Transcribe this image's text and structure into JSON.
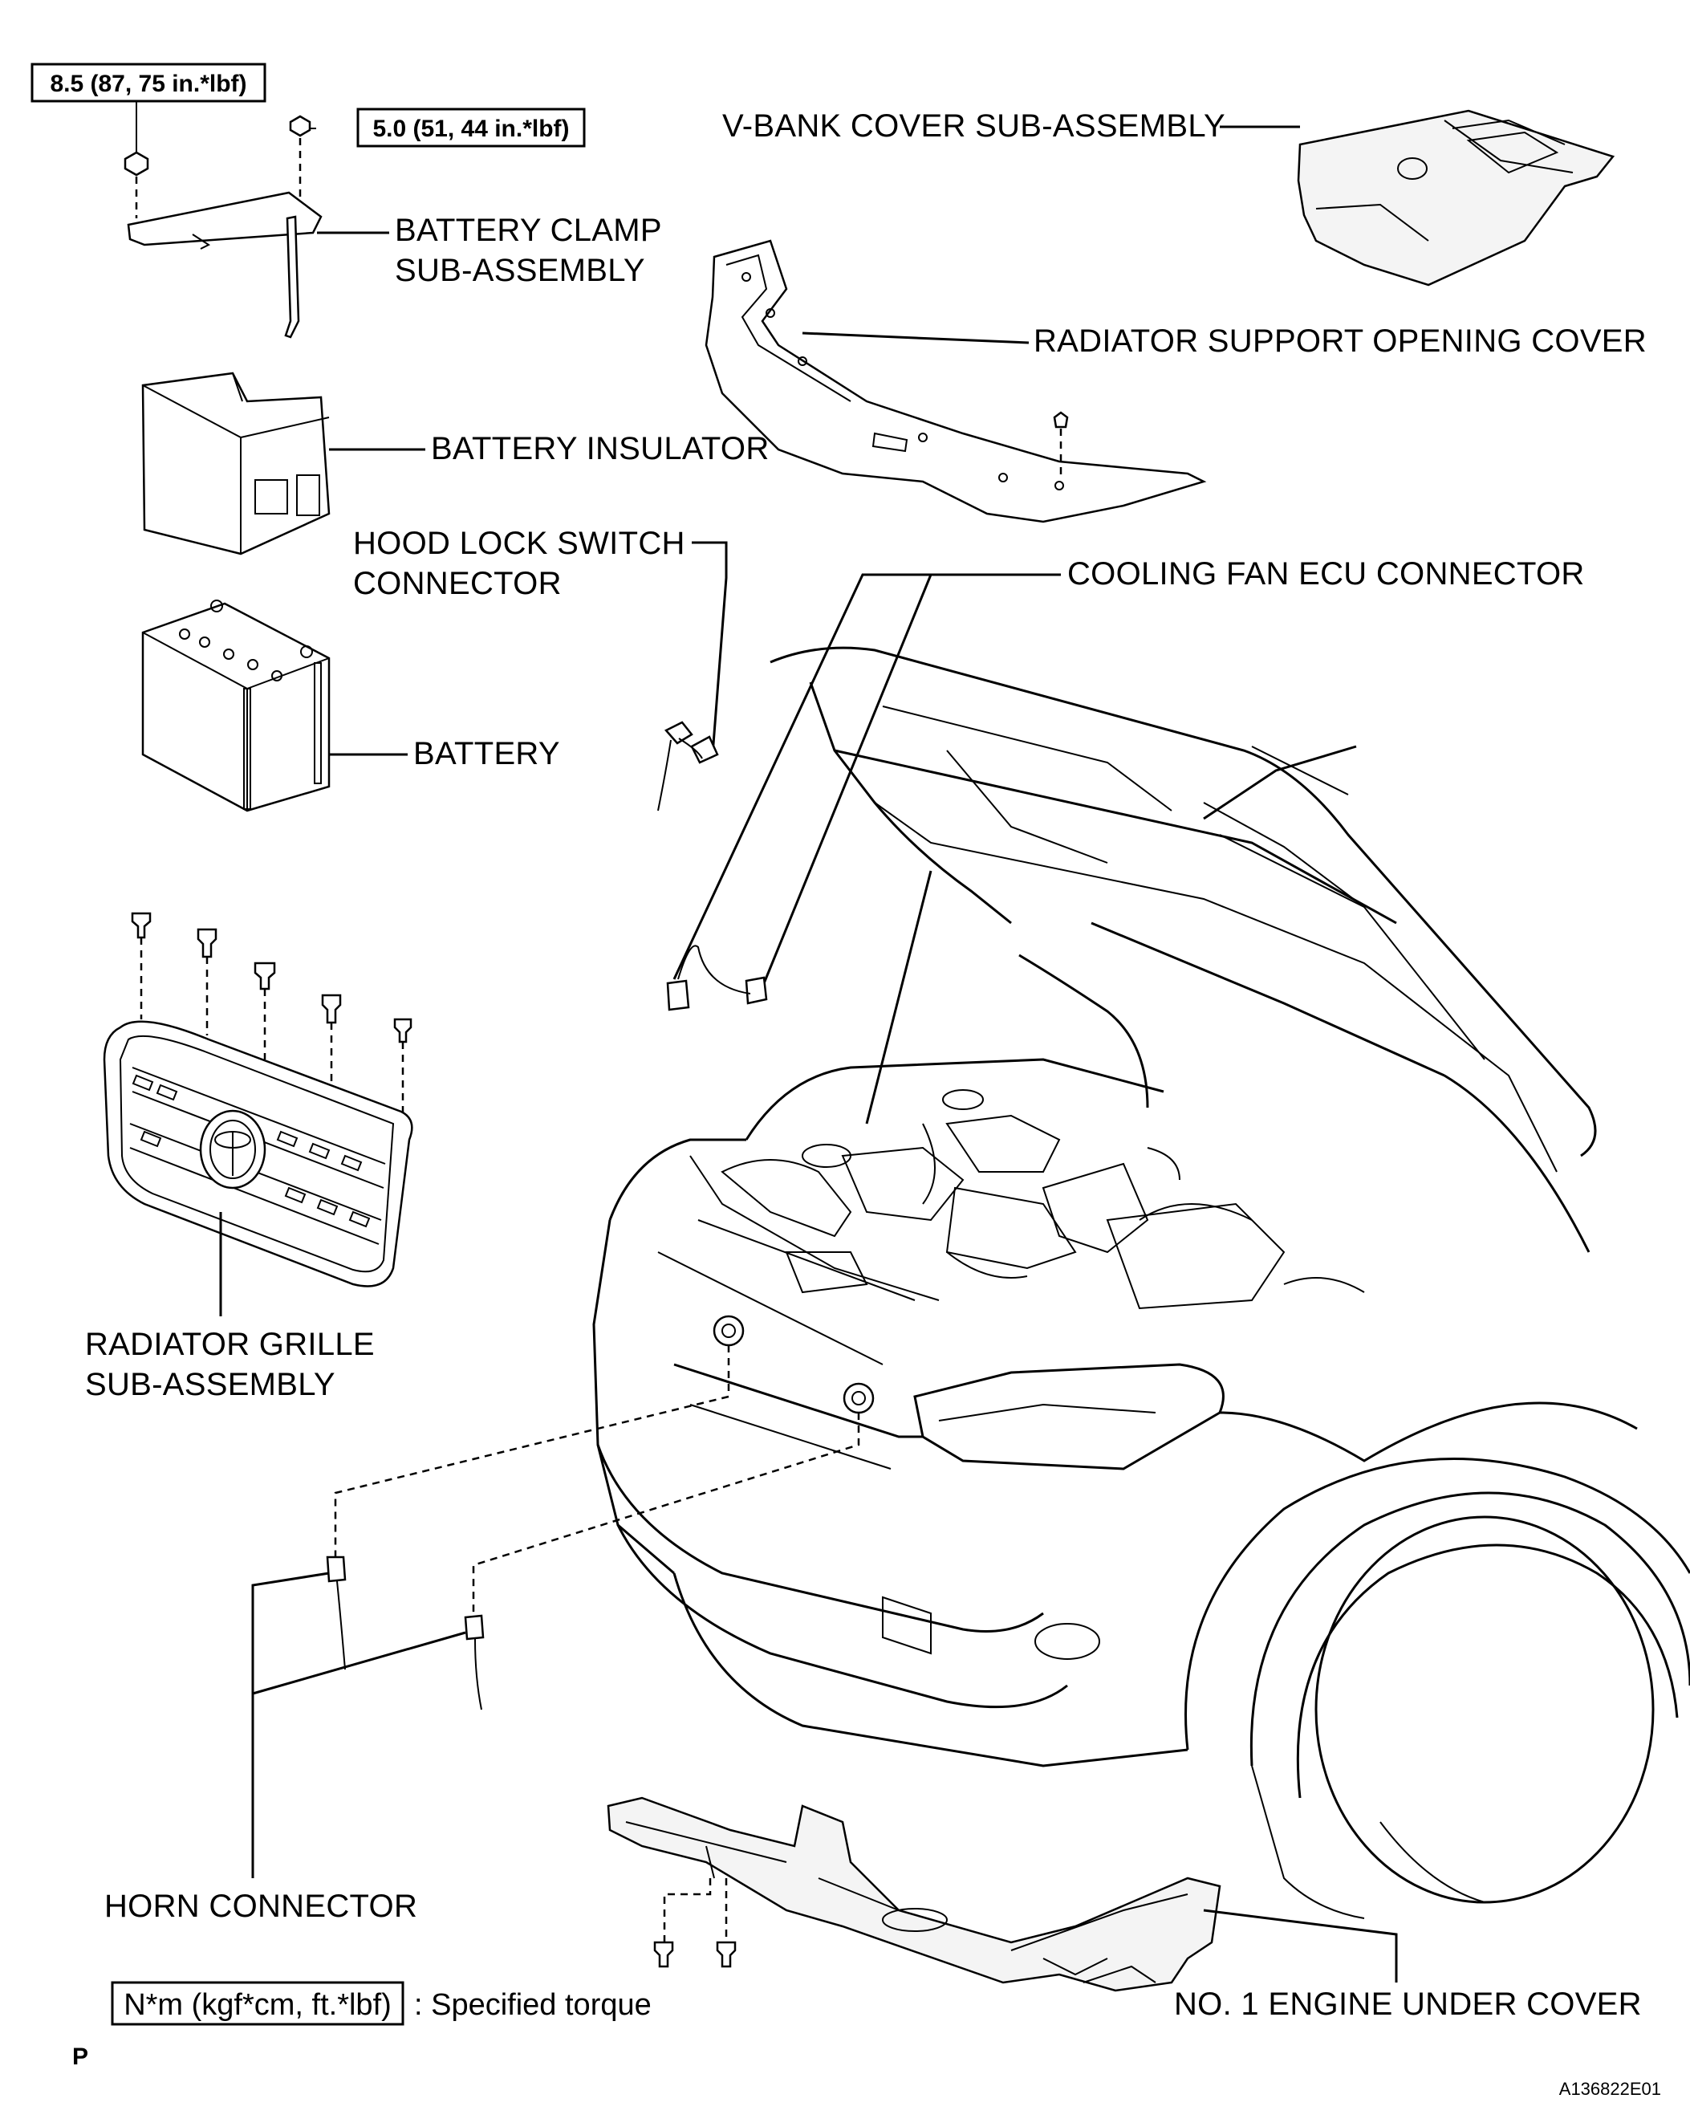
{
  "torque": {
    "clamp_nut": "8.5 (87, 75 in.*lbf)",
    "clamp_rod_nut": "5.0 (51, 44 in.*lbf)"
  },
  "labels": {
    "v_bank_cover": "V-BANK COVER SUB-ASSEMBLY",
    "battery_clamp_line1": "BATTERY CLAMP",
    "battery_clamp_line2": "SUB-ASSEMBLY",
    "radiator_support_cover": "RADIATOR SUPPORT OPENING COVER",
    "battery_insulator": "BATTERY INSULATOR",
    "hood_lock_line1": "HOOD LOCK SWITCH",
    "hood_lock_line2": "CONNECTOR",
    "cooling_fan": "COOLING FAN ECU CONNECTOR",
    "battery": "BATTERY",
    "radiator_grille_line1": "RADIATOR GRILLE",
    "radiator_grille_line2": "SUB-ASSEMBLY",
    "horn_connector": "HORN CONNECTOR",
    "engine_under_cover": "NO. 1 ENGINE UNDER COVER"
  },
  "legend": {
    "unit_box": "N*m (kgf*cm, ft.*lbf)",
    "description": ": Specified torque"
  },
  "page_letter": "P",
  "figure_id": "A136822E01"
}
